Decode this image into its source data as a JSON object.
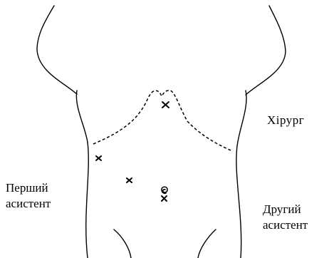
{
  "labels": {
    "surgeon": "Хірург",
    "first_assistant": [
      "Перший",
      "асистент"
    ],
    "second_assistant": [
      "Другий",
      "асистент"
    ]
  },
  "colors": {
    "ink": "#000000",
    "background": "#ffffff"
  }
}
